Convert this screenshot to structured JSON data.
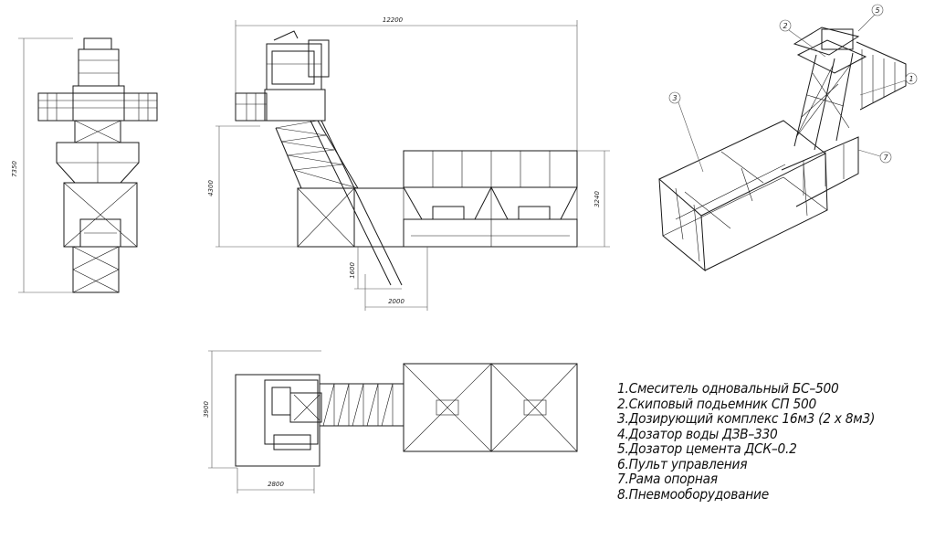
{
  "dimensions": {
    "total_length": "12200",
    "front_height": "7350",
    "side_height": "4300",
    "hopper_height": "3240",
    "skip_depth": "1600",
    "skip_offset": "2000",
    "plan_width": "3900",
    "plan_depth": "2800"
  },
  "callouts": [
    "1",
    "2",
    "3",
    "5",
    "7"
  ],
  "legend": [
    "1.Смеситель одновальный БС–500",
    "2.Скиповый подьемник СП 500",
    "3.Дозирующий комплекс 16м3 (2 х 8м3)",
    "4.Дозатор воды ДЗВ–330",
    "5.Дозатор цемента ДСК–0.2",
    "6.Пульт управления",
    "7.Рама опорная",
    "8.Пневмооборудование"
  ]
}
